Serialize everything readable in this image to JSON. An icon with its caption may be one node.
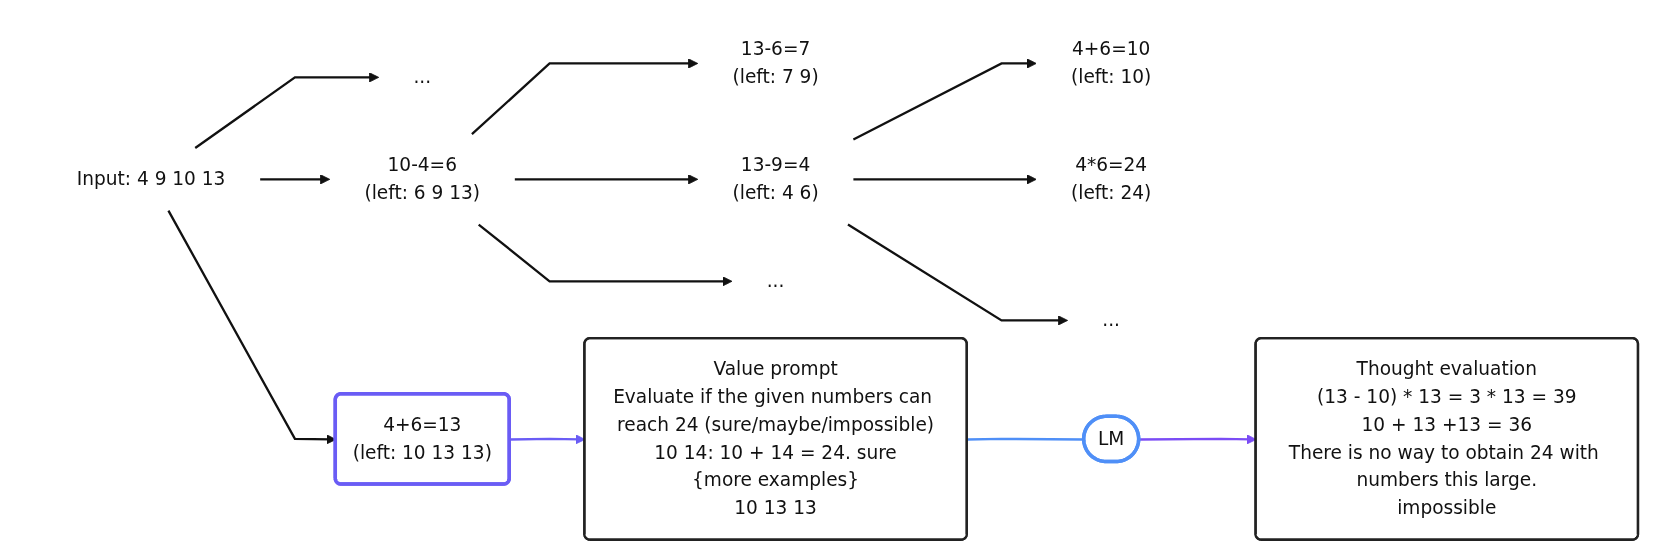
{
  "diagram": {
    "nodes": [
      {
        "text": [
          "Input: 4 9 10 13"
        ]
      },
      {
        "text": [
          "..."
        ]
      },
      {
        "text": [
          "10-4=6",
          "(left: 6 9 13)"
        ]
      },
      {
        "text": [
          "4+6=13",
          "(left: 10 13 13)"
        ]
      },
      {
        "text": [
          "13-6=7",
          "(left: 7 9)"
        ]
      },
      {
        "text": [
          "13-9=4",
          "(left: 4 6)"
        ]
      },
      {
        "text": [
          "..."
        ]
      },
      {
        "text": [
          "4+6=10",
          "(left: 10)"
        ]
      },
      {
        "text": [
          "4*6=24",
          "(left: 24)"
        ]
      },
      {
        "text": [
          "..."
        ]
      },
      {
        "text": [
          "Value prompt",
          "Evaluate if the given numbers can reach 24 (sure/maybe/impossible)",
          "10 14: 10 + 14 = 24. sure",
          "{more examples}",
          "10 13 13"
        ]
      },
      {
        "text": [
          "LM"
        ]
      },
      {
        "text": [
          "Thought evaluation",
          "(13 - 10) * 13 = 3 * 13 = 39",
          "10 + 13 +13 = 36",
          "There is no way to obtain 24 with numbers this large.",
          "impossible"
        ]
      }
    ],
    "edges": [
      {
        "from": 0,
        "to": 1,
        "arrow": "to"
      },
      {
        "from": 0,
        "to": 2,
        "arrow": "to"
      },
      {
        "from": 0,
        "to": 3,
        "arrow": "to"
      },
      {
        "from": 2,
        "to": 4,
        "arrow": "to"
      },
      {
        "from": 2,
        "to": 5,
        "arrow": "to"
      },
      {
        "from": 2,
        "to": 6,
        "arrow": "to"
      },
      {
        "from": 5,
        "to": 7,
        "arrow": "to"
      },
      {
        "from": 5,
        "to": 8,
        "arrow": "to"
      },
      {
        "from": 5,
        "to": 9,
        "arrow": "to"
      },
      {
        "from": 3,
        "to": 10,
        "arrow": "to",
        "color": "#6a5cf5"
      },
      {
        "from": 10,
        "to": 11,
        "arrow": "none",
        "color": "#4f8ff7"
      },
      {
        "from": 11,
        "to": 12,
        "arrow": "to",
        "color": "#7b4cf5"
      }
    ]
  }
}
